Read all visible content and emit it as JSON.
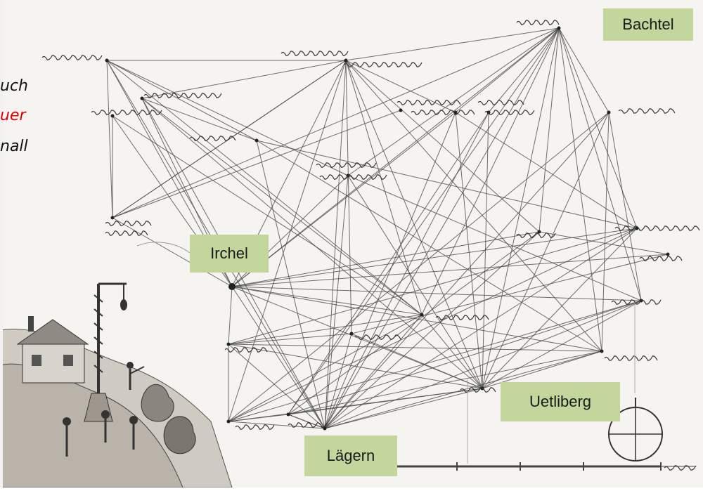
{
  "map": {
    "labels": {
      "bachtel": "Bachtel",
      "irchel": "Irchel",
      "uetliberg": "Uetliberg",
      "laegern": "Lägern"
    },
    "side_text": [
      "uch",
      "uer",
      "nall"
    ],
    "colors": {
      "label_background": "#c3d69b",
      "ink": "#3a3a3a",
      "paper": "#f4f2ee",
      "side_text_highlight": "#e00000"
    }
  }
}
